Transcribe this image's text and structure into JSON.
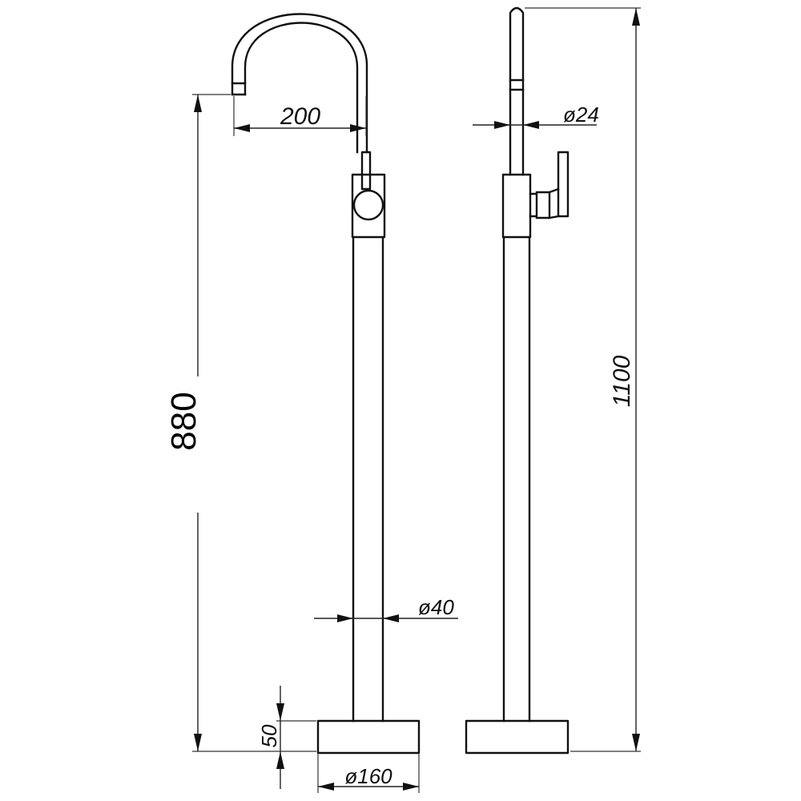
{
  "dimensions": {
    "spout_reach": "200",
    "spout_height": "880",
    "total_height": "1100",
    "spout_diameter": "ø24",
    "body_diameter": "ø40",
    "base_height": "50",
    "base_diameter": "ø160"
  },
  "colors": {
    "line": "#111111",
    "background": "#ffffff"
  }
}
